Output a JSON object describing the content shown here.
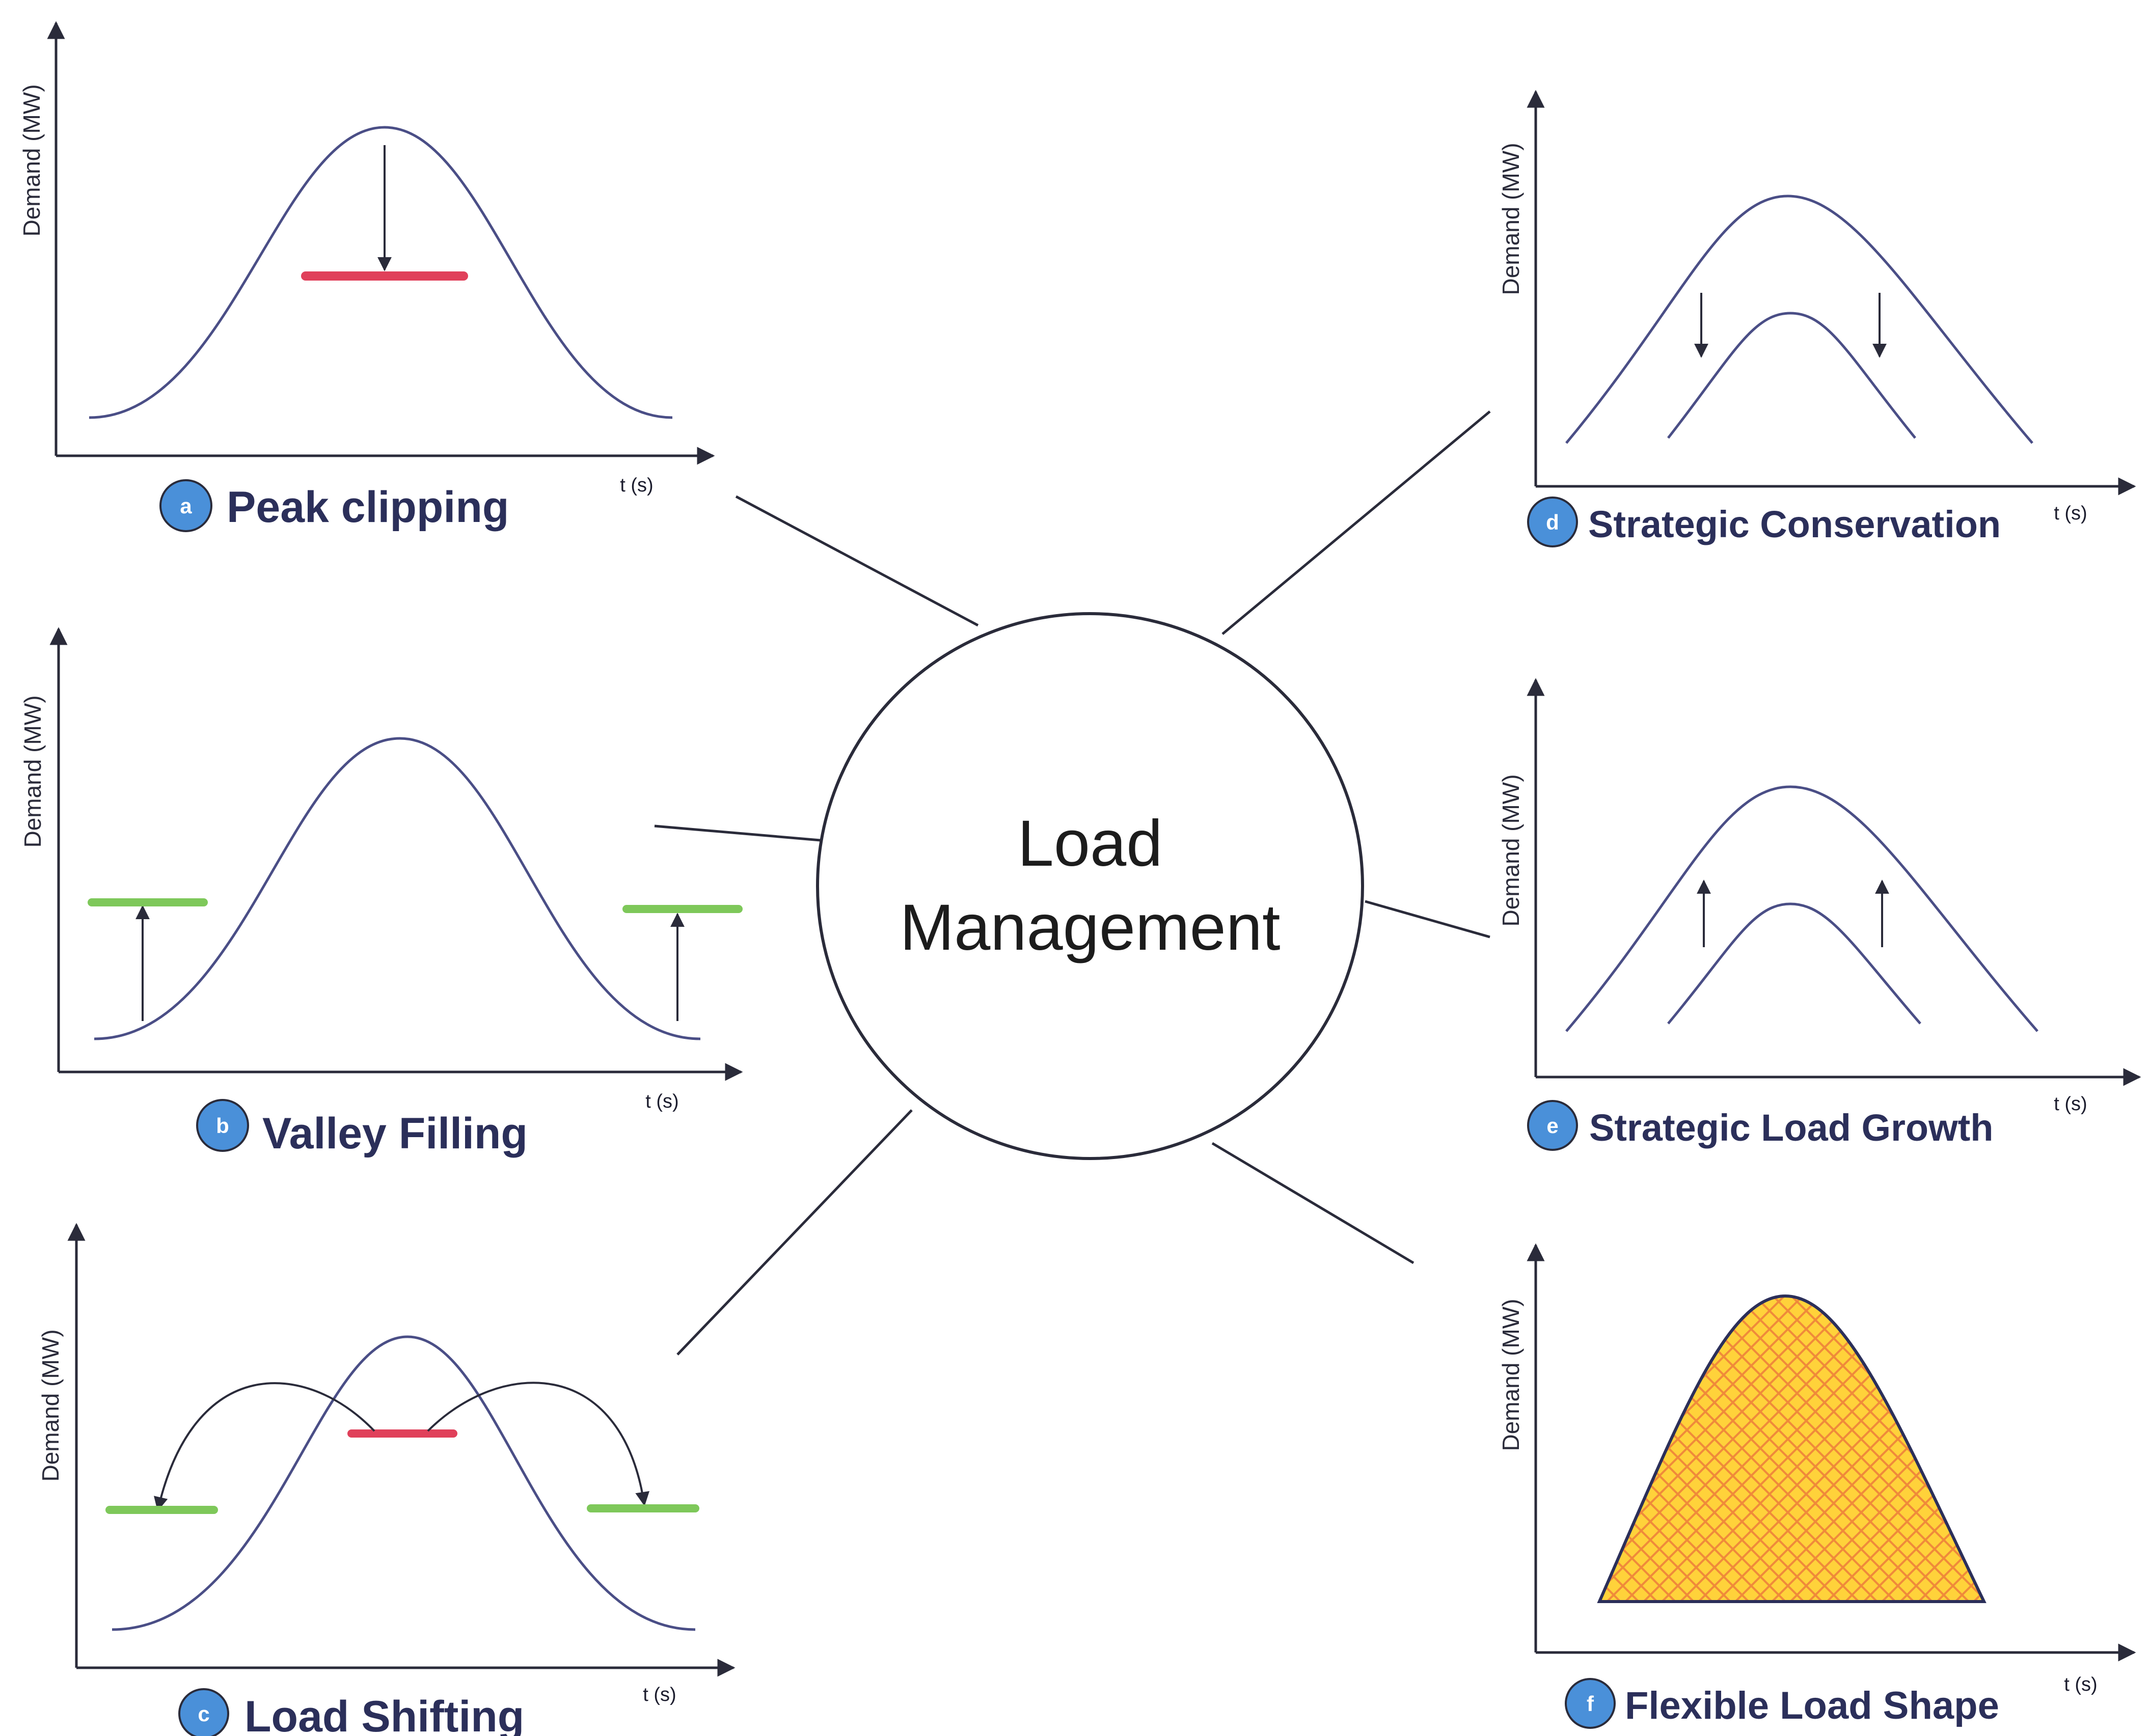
{
  "center": {
    "line1": "Load",
    "line2": "Management"
  },
  "ylabel": "Demand (MW)",
  "xlabel": "t (s)",
  "panels": {
    "a": {
      "badge": "a",
      "label": "Peak clipping"
    },
    "b": {
      "badge": "b",
      "label": "Valley Filling"
    },
    "c": {
      "badge": "c",
      "label": "Load Shifting"
    },
    "d": {
      "badge": "d",
      "label": "Strategic Conservation"
    },
    "e": {
      "badge": "e",
      "label": "Strategic Load Growth"
    },
    "f": {
      "badge": "f",
      "label": "Flexible Load Shape"
    }
  },
  "colors": {
    "curve": "#4a4e86",
    "axis": "#2a2b3a",
    "clip_bar": "#e0405a",
    "fill_bar": "#7ec85a",
    "badge": "#4a90d9",
    "flex_fill": "#ffd23a",
    "flex_hatch": "#f08a3a"
  }
}
